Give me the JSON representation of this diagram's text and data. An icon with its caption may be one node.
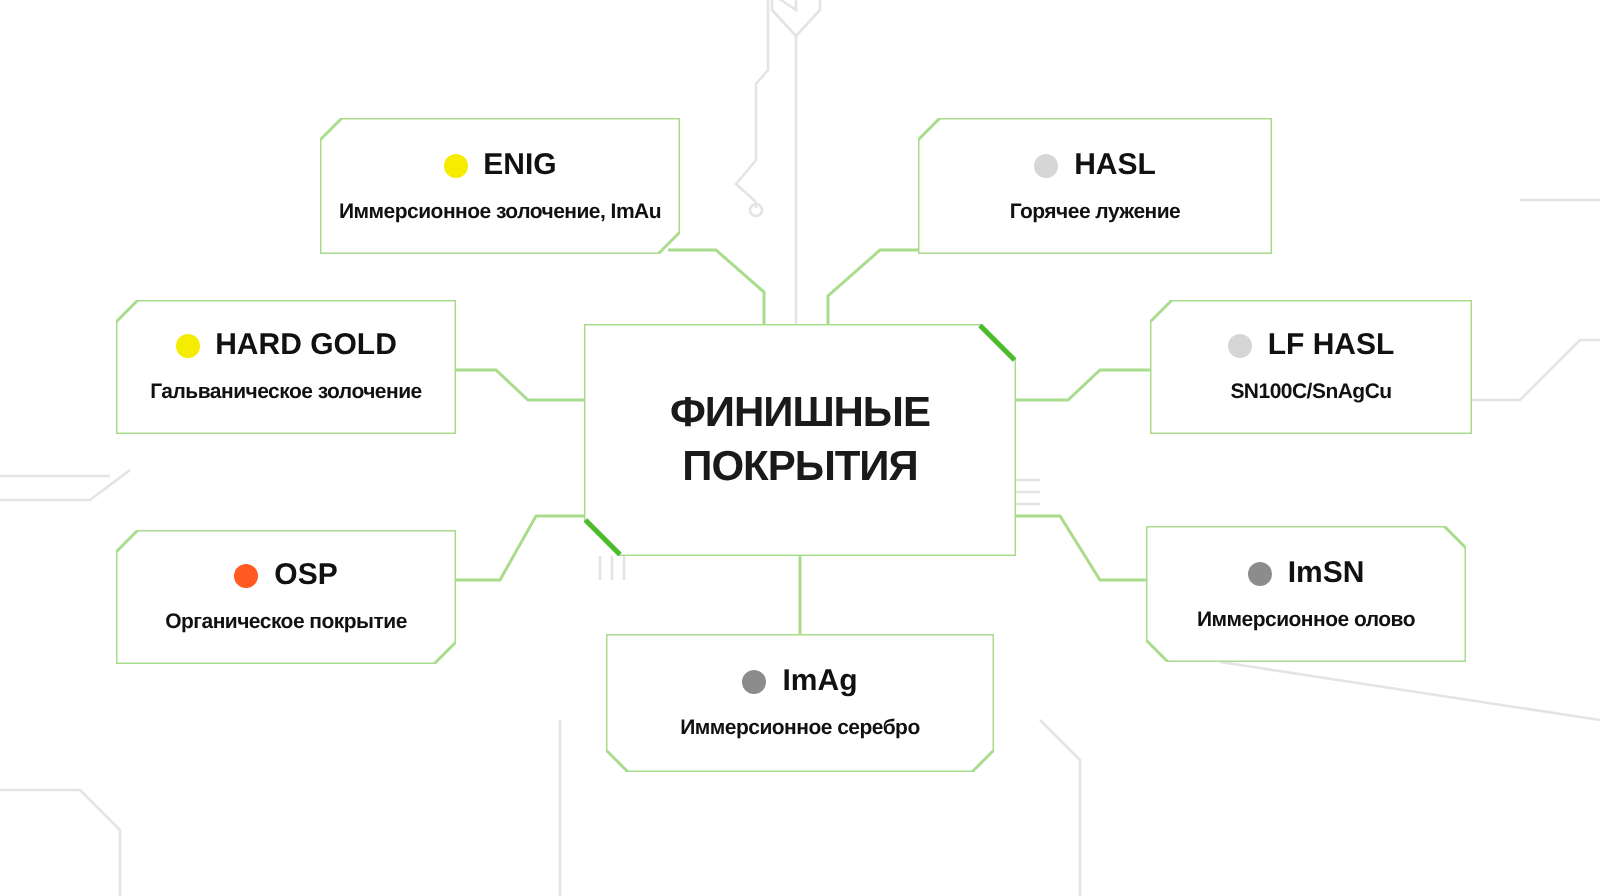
{
  "diagram": {
    "nodes": [
      {
        "text": [
          "ФИНИШНЫЕ ПОКРЫТИЯ"
        ]
      },
      {
        "text": [
          "ENIG",
          "Иммерсионное золочение, ImAu"
        ]
      },
      {
        "text": [
          "HASL",
          "Горячее лужение"
        ]
      },
      {
        "text": [
          "HARD GOLD",
          "Гальваническое золочение"
        ]
      },
      {
        "text": [
          "LF HASL",
          "SN100C/SnAgCu"
        ]
      },
      {
        "text": [
          "OSP",
          "Органическое покрытие"
        ]
      },
      {
        "text": [
          "ImSN",
          "Иммерсионное олово"
        ]
      },
      {
        "text": [
          "ImAg",
          "Иммерсионное серебро"
        ]
      }
    ],
    "edges": [
      {
        "from": 0,
        "to": 1,
        "arrow": "none"
      },
      {
        "from": 0,
        "to": 2,
        "arrow": "none"
      },
      {
        "from": 0,
        "to": 3,
        "arrow": "none"
      },
      {
        "from": 0,
        "to": 4,
        "arrow": "none"
      },
      {
        "from": 0,
        "to": 5,
        "arrow": "none"
      },
      {
        "from": 0,
        "to": 6,
        "arrow": "none"
      },
      {
        "from": 0,
        "to": 7,
        "arrow": "none"
      }
    ]
  }
}
